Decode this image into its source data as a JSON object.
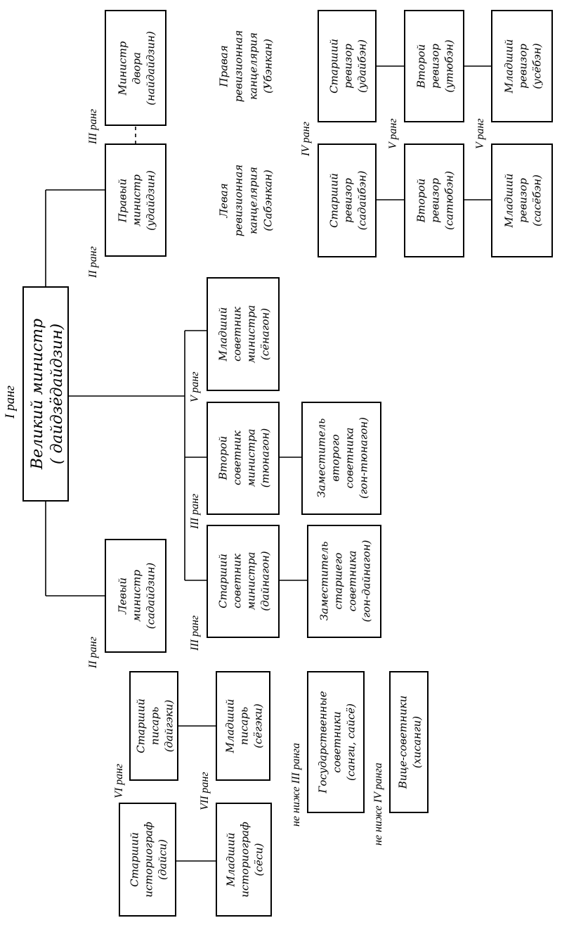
{
  "nodes": {
    "grand_minister": {
      "lines": [
        "Великий министр",
        "( дайдзёдайдзин)"
      ]
    },
    "left_minister": {
      "lines": [
        "Левый",
        "министр",
        "(садайдзин)"
      ]
    },
    "right_minister": {
      "lines": [
        "Правый",
        "министр",
        "(удайдзин)"
      ]
    },
    "court_minister": {
      "lines": [
        "Министр",
        "двора",
        "(найдайдзин)"
      ]
    },
    "senior_counselor": {
      "lines": [
        "Старший",
        "советник",
        "министра",
        "(дайнагон)"
      ]
    },
    "second_counselor": {
      "lines": [
        "Второй",
        "советник",
        "министра",
        "(тюнагон)"
      ]
    },
    "junior_counselor": {
      "lines": [
        "Младший",
        "советник",
        "министра",
        "(сёнагон)"
      ]
    },
    "deputy_senior_counselor": {
      "lines": [
        "Заместитель",
        "старшего",
        "советника",
        "(гон-дайнагон)"
      ]
    },
    "deputy_second_counselor": {
      "lines": [
        "Заместитель",
        "второго",
        "советника",
        "(гон-тюнагон)"
      ]
    },
    "left_senior_auditor": {
      "lines": [
        "Старший",
        "ревизор",
        "(садайбэн)"
      ]
    },
    "left_second_auditor": {
      "lines": [
        "Второй",
        "ревизор",
        "(сатюбэн)"
      ]
    },
    "left_junior_auditor": {
      "lines": [
        "Младший",
        "ревизор",
        "(сасёбэн)"
      ]
    },
    "right_senior_auditor": {
      "lines": [
        "Старший",
        "ревизор",
        "(удайбэн)"
      ]
    },
    "right_second_auditor": {
      "lines": [
        "Второй",
        "ревизор",
        "(утюбэн)"
      ]
    },
    "right_junior_auditor": {
      "lines": [
        "Младший",
        "ревизор",
        "(усёбэн)"
      ]
    },
    "senior_historiographer": {
      "lines": [
        "Старший",
        "историограф",
        "(дайси)"
      ]
    },
    "junior_historiographer": {
      "lines": [
        "Младший",
        "историограф",
        "(сёси)"
      ]
    },
    "senior_scribe": {
      "lines": [
        "Старший",
        "писарь",
        "(дайгэки)"
      ]
    },
    "junior_scribe": {
      "lines": [
        "Младший",
        "писарь",
        "(сёгэки)"
      ]
    },
    "state_counselors": {
      "lines": [
        "Государственные",
        "советники",
        "(санги, сайсё)"
      ]
    },
    "vice_counselors": {
      "lines": [
        "Вице-советники",
        "(хисанги)"
      ]
    }
  },
  "departments": {
    "left_office": {
      "lines": [
        "Левая",
        "ревизионная",
        "канцелярия",
        "(Сабэнкан)"
      ]
    },
    "right_office": {
      "lines": [
        "Правая",
        "ревизионная",
        "канцелярия",
        "(Убэнкан)"
      ]
    }
  },
  "ranks": {
    "r1": "I ранг",
    "r2_left": "II ранг",
    "r2_right": "II ранг",
    "r3_court": "III ранг",
    "r3_senior": "III ранг",
    "r3_second": "III ранг",
    "r5_junior_counselor": "V ранг",
    "r4_auditors": "IV ранг",
    "r5_second_auditors": "V ранг",
    "r5_junior_auditors": "V ранг",
    "r6": "VI ранг",
    "r7": "VII ранг",
    "not_below_3": "не ниже III ранга",
    "not_below_4": "не ниже IV ранга"
  }
}
